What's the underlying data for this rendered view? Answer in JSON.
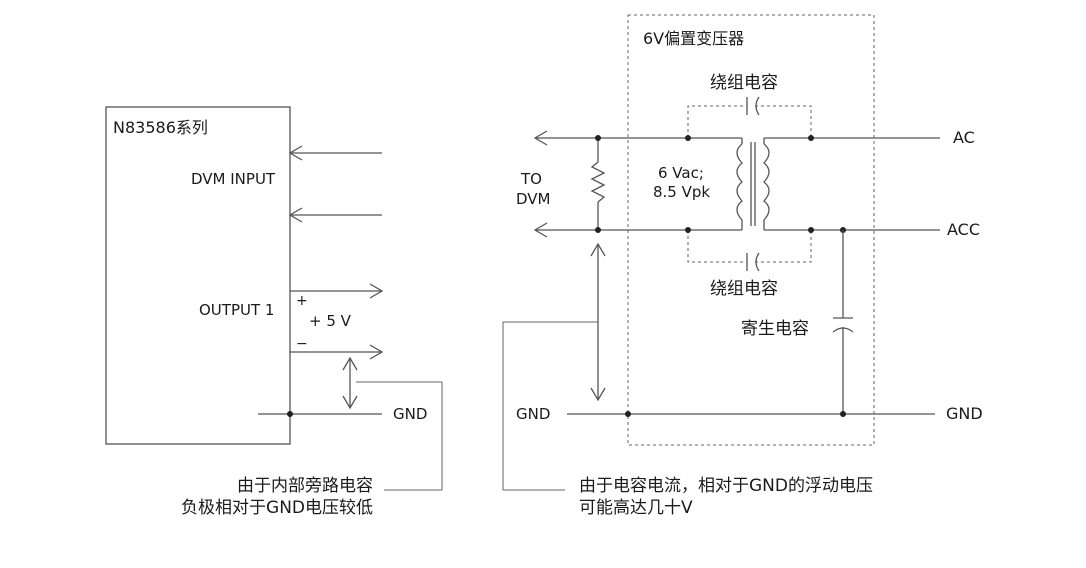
{
  "left_block": {
    "title": "N83586系列",
    "dvm_input_label": "DVM INPUT",
    "output_label": "OUTPUT 1",
    "plus_sign": "+",
    "minus_sign": "−",
    "voltage_label": "+ 5 V",
    "gnd_label": "GND",
    "note_line1": "由于内部旁路电容",
    "note_line2": "负极相对于GND电压较低"
  },
  "right_block": {
    "transformer_title": "6V偏置变压器",
    "winding_cap_top": "绕组电容",
    "winding_cap_bottom": "绕组电容",
    "parasitic_cap": "寄生电容",
    "to_label": "TO",
    "dvm_label": "DVM",
    "vac_label": "6 Vac;",
    "vpk_label": "8.5 Vpk",
    "ac_label": "AC",
    "acc_label": "ACC",
    "gnd_left_label": "GND",
    "gnd_right_label": "GND",
    "note_line1": "由于电容电流，相对于GND的浮动电压",
    "note_line2": "可能高达几十V"
  },
  "colors": {
    "wire": "#555555",
    "text": "#1a1a1a",
    "background": "#ffffff"
  }
}
